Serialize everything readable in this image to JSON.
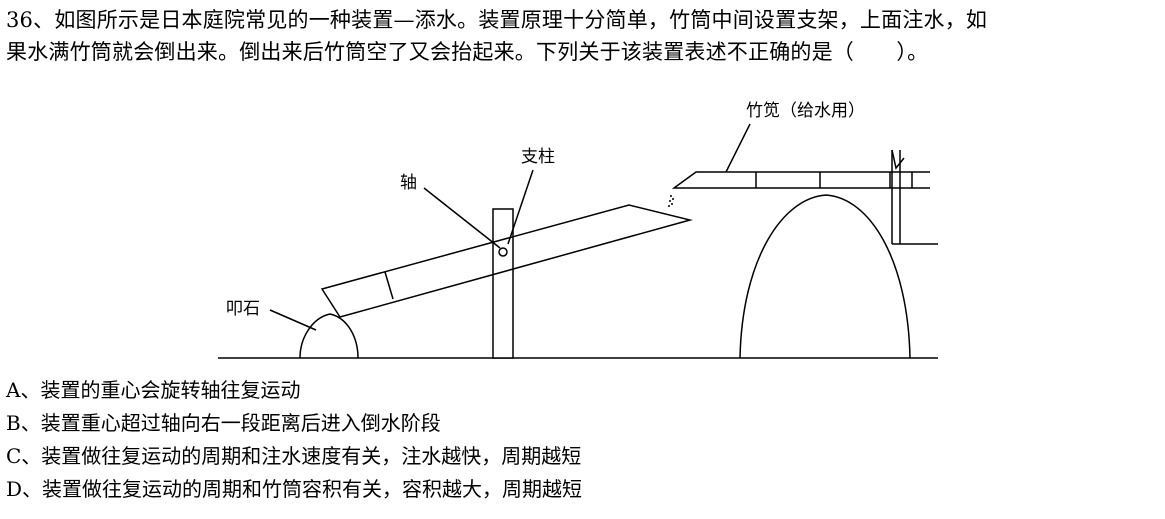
{
  "question": {
    "line1": "36、如图所示是日本庭院常见的一种装置—添水。装置原理十分简单，竹筒中间设置支架，上面注水，如",
    "line2": "果水满竹筒就会倒出来。倒出来后竹筒空了又会抬起来。下列关于该装置表述不正确的是（　　）。"
  },
  "figure": {
    "label_bamboo_pipe": "竹笕（给水用）",
    "label_pillar": "支柱",
    "label_axle": "轴",
    "label_stone": "叩石"
  },
  "options": [
    {
      "text": "A、装置的重心会旋转轴往复运动"
    },
    {
      "text": "B、装置重心超过轴向右一段距离后进入倒水阶段"
    },
    {
      "text": "C、装置做往复运动的周期和注水速度有关，注水越快，周期越短"
    },
    {
      "text": "D、装置做往复运动的周期和竹筒容积有关，容积越大，周期越短"
    }
  ]
}
